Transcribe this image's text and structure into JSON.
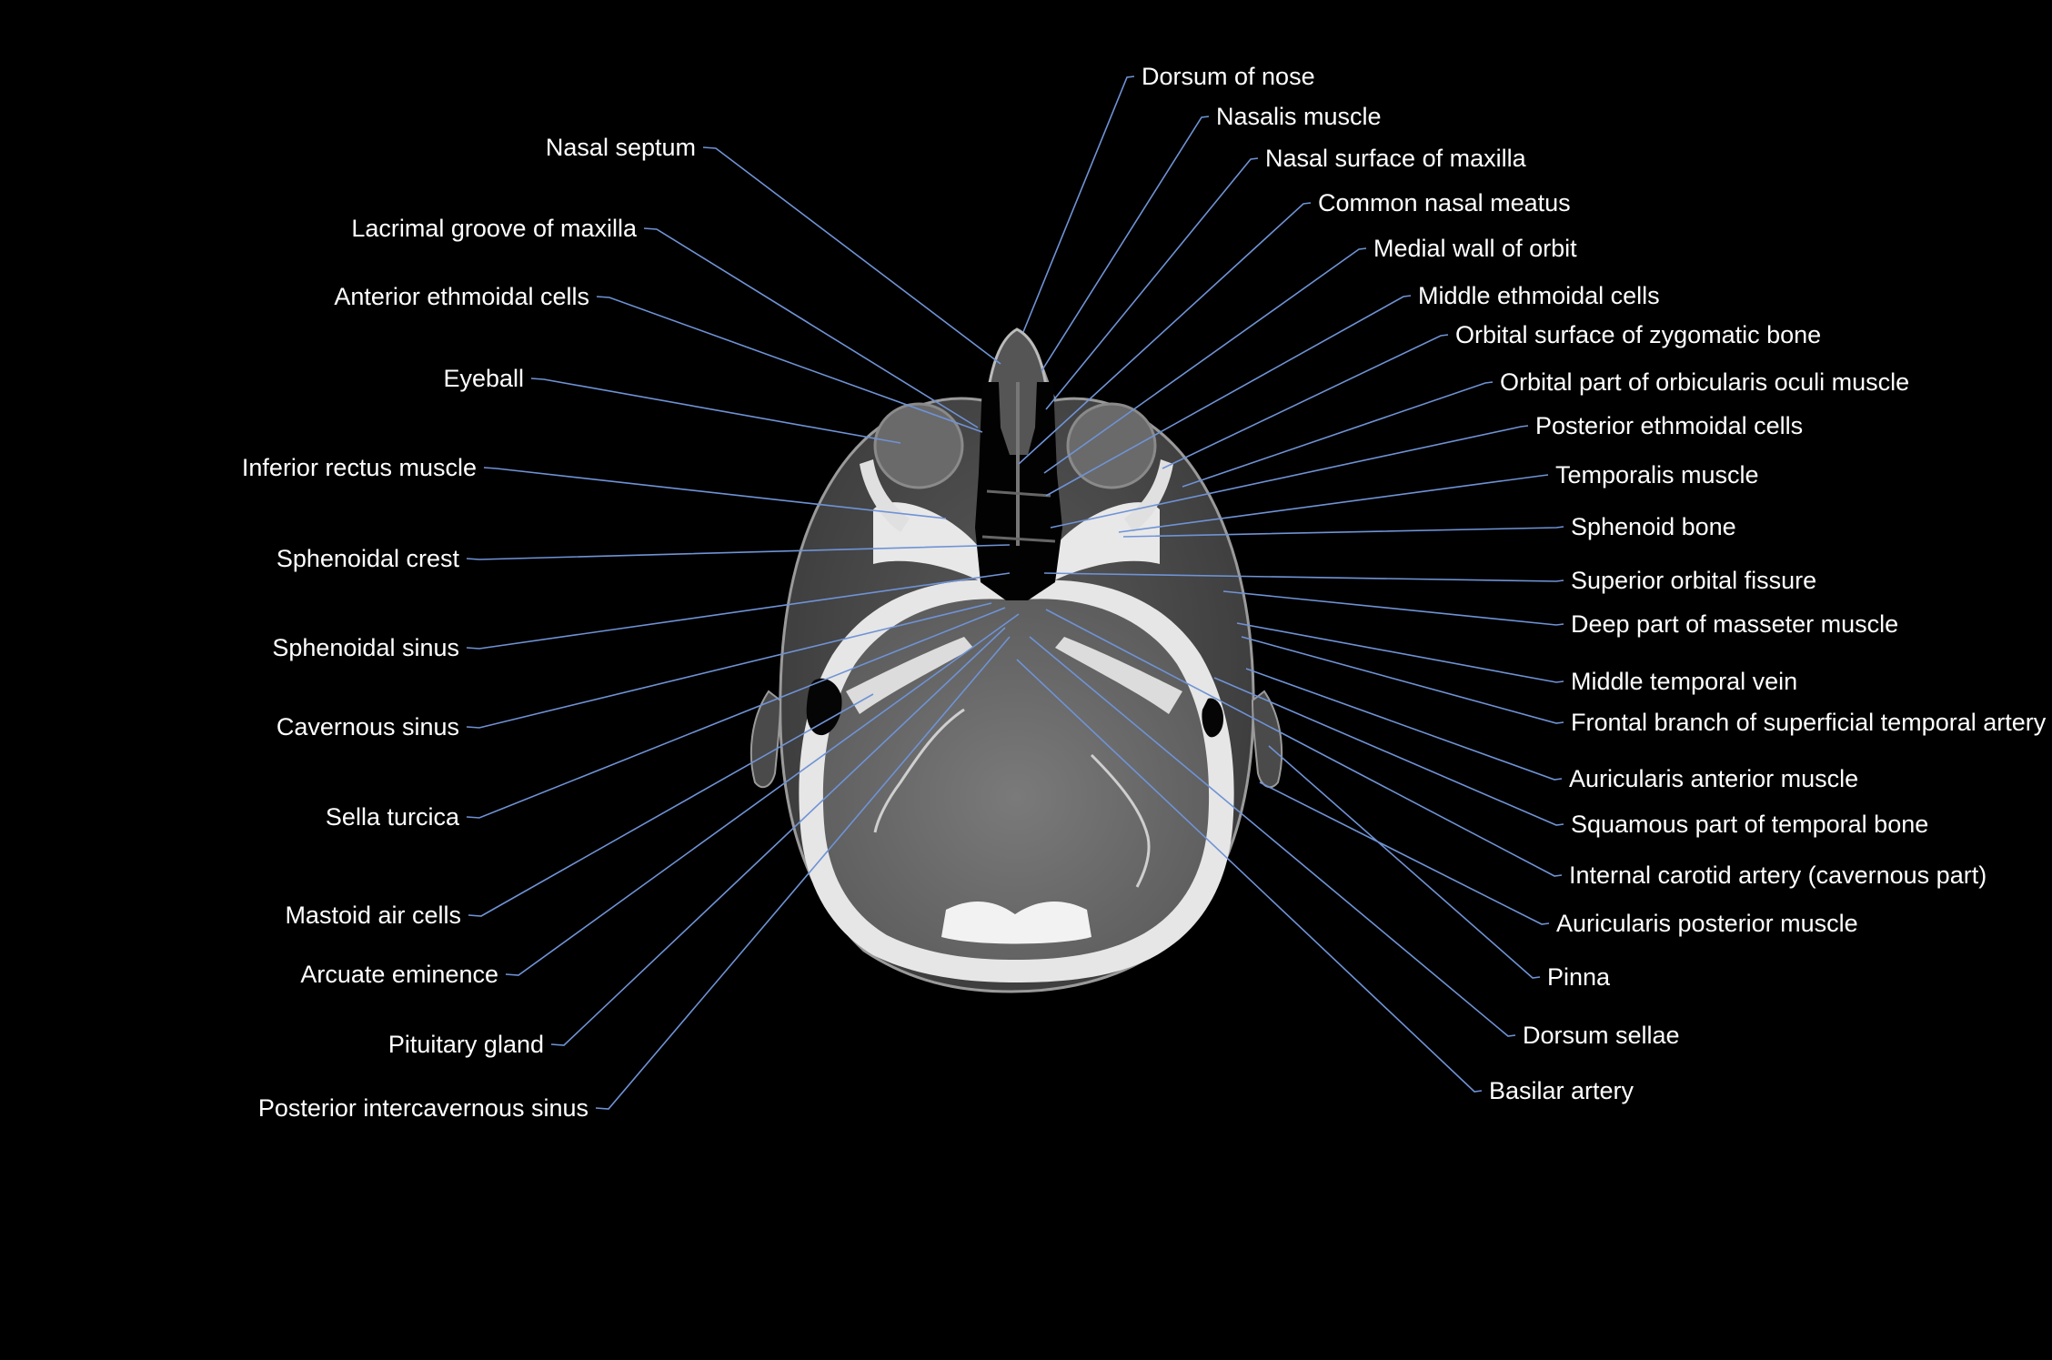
{
  "colors": {
    "background": "#000000",
    "label": "#ffffff",
    "leader": "#6f93d6"
  },
  "left_labels": [
    "Nasal septum",
    "Lacrimal groove of maxilla",
    "Anterior ethmoidal cells",
    "Eyeball",
    "Inferior rectus muscle",
    "Sphenoidal crest",
    "Sphenoidal sinus",
    "Cavernous sinus",
    "Sella turcica",
    "Mastoid air cells",
    "Arcuate eminence",
    "Pituitary gland",
    "Posterior intercavernous sinus"
  ],
  "right_labels": [
    "Dorsum of nose",
    "Nasalis muscle",
    "Nasal surface of maxilla",
    "Common nasal meatus",
    "Medial wall of orbit",
    "Middle ethmoidal cells",
    "Orbital surface of zygomatic bone",
    "Orbital part of orbicularis oculi muscle",
    "Posterior ethmoidal cells",
    "Temporalis muscle",
    "Sphenoid bone",
    "Superior orbital fissure",
    "Deep part of masseter muscle",
    "Middle temporal vein",
    "Frontal branch of superficial temporal artery",
    "Auricularis anterior muscle",
    "Squamous part of temporal bone",
    "Internal carotid artery (cavernous part)",
    "Auricularis posterior muscle",
    "Pinna",
    "Dorsum sellae",
    "Basilar artery"
  ]
}
